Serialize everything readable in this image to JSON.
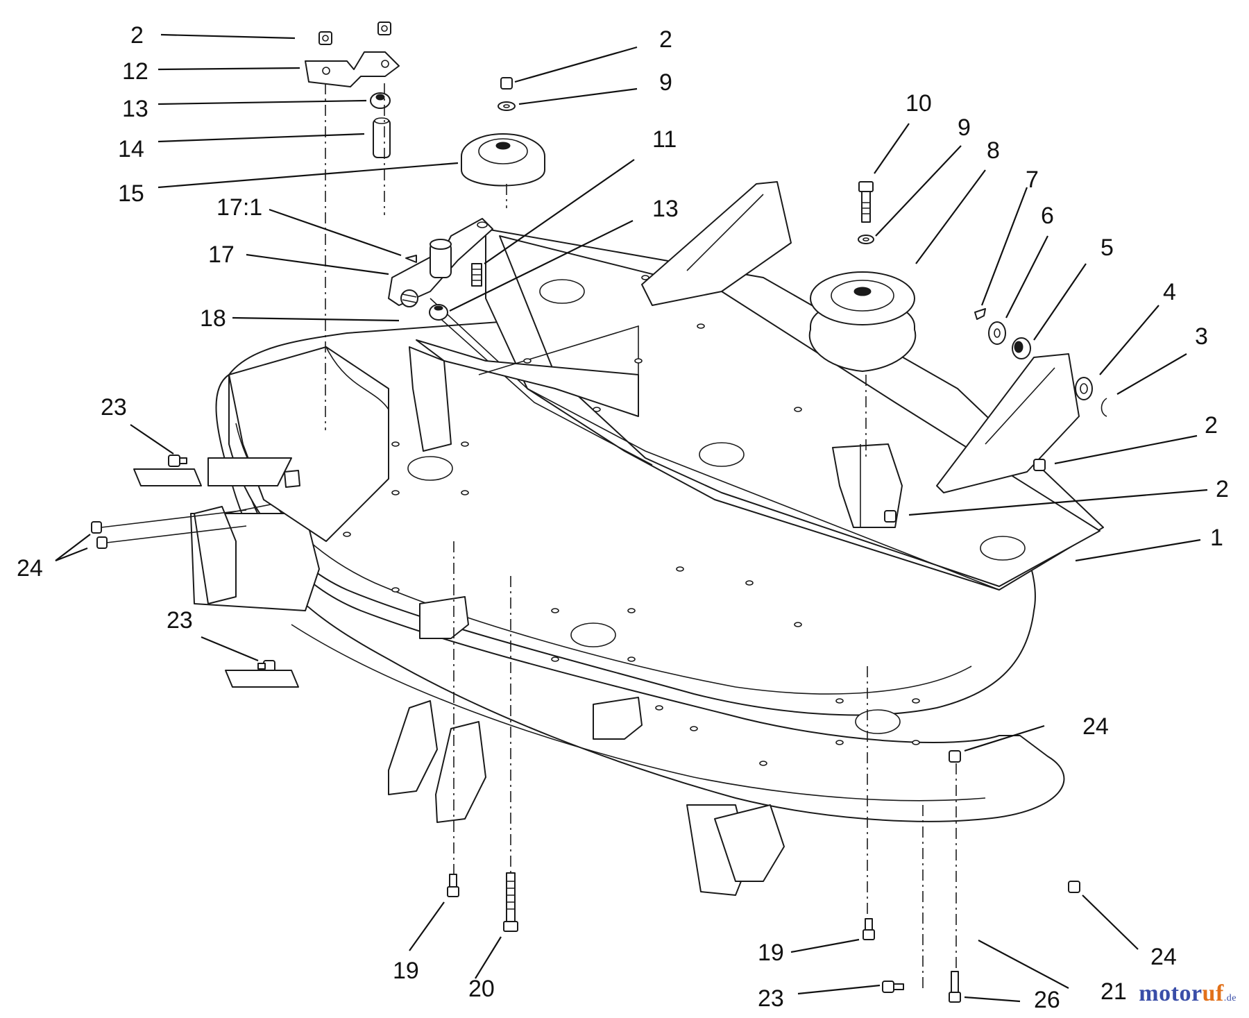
{
  "diagram": {
    "callouts": [
      {
        "id": "c-2a",
        "text": "2"
      },
      {
        "id": "c-12",
        "text": "12"
      },
      {
        "id": "c-13a",
        "text": "13"
      },
      {
        "id": "c-14",
        "text": "14"
      },
      {
        "id": "c-15",
        "text": "15"
      },
      {
        "id": "c-17-1",
        "text": "17:1"
      },
      {
        "id": "c-17",
        "text": "17"
      },
      {
        "id": "c-18",
        "text": "18"
      },
      {
        "id": "c-2b",
        "text": "2"
      },
      {
        "id": "c-9a",
        "text": "9"
      },
      {
        "id": "c-11",
        "text": "11"
      },
      {
        "id": "c-13b",
        "text": "13"
      },
      {
        "id": "c-10",
        "text": "10"
      },
      {
        "id": "c-9b",
        "text": "9"
      },
      {
        "id": "c-8",
        "text": "8"
      },
      {
        "id": "c-7",
        "text": "7"
      },
      {
        "id": "c-6",
        "text": "6"
      },
      {
        "id": "c-5",
        "text": "5"
      },
      {
        "id": "c-4",
        "text": "4"
      },
      {
        "id": "c-3",
        "text": "3"
      },
      {
        "id": "c-2c",
        "text": "2"
      },
      {
        "id": "c-2d",
        "text": "2"
      },
      {
        "id": "c-1",
        "text": "1"
      },
      {
        "id": "c-23a",
        "text": "23"
      },
      {
        "id": "c-24a",
        "text": "24"
      },
      {
        "id": "c-23b",
        "text": "23"
      },
      {
        "id": "c-24b",
        "text": "24"
      },
      {
        "id": "c-19a",
        "text": "19"
      },
      {
        "id": "c-20",
        "text": "20"
      },
      {
        "id": "c-19b",
        "text": "19"
      },
      {
        "id": "c-23c",
        "text": "23"
      },
      {
        "id": "c-26",
        "text": "26"
      },
      {
        "id": "c-21",
        "text": "21"
      },
      {
        "id": "c-24c",
        "text": "24"
      }
    ]
  },
  "watermark": {
    "part1": "motor",
    "part2": "uf",
    "suffix": ".de"
  }
}
